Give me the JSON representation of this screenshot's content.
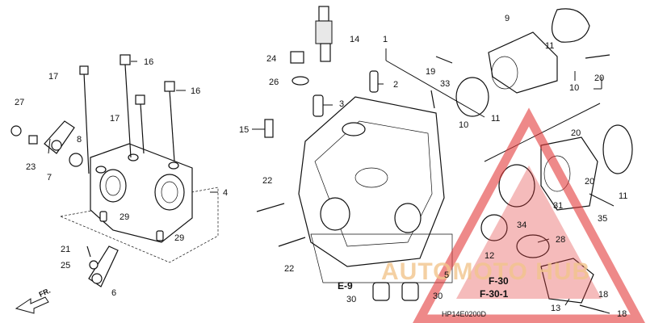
{
  "diagram": {
    "code": "HP14E0200D",
    "direction_label": "FR.",
    "refs": {
      "e9": "E-9",
      "f30": "F-30",
      "f30_1": "F-30-1"
    },
    "watermark": {
      "text": "AUTOMOTO HUB",
      "color": "#e23b3b"
    },
    "callouts": {
      "c14": "14",
      "c1": "1",
      "c9": "9",
      "c11a": "11",
      "c11b": "11",
      "c11c": "11",
      "c10a": "10",
      "c10b": "10",
      "c20a": "20",
      "c20b": "20",
      "c17a": "17",
      "c17b": "17",
      "c16a": "16",
      "c16b": "16",
      "c24": "24",
      "c26": "26",
      "c19": "19",
      "c33": "33",
      "c2": "2",
      "c3": "3",
      "c27": "27",
      "c8": "8",
      "c23": "23",
      "c7": "7",
      "c4": "4",
      "c15": "15",
      "c22a": "22",
      "c22b": "22",
      "c29a": "29",
      "c29b": "29",
      "c21": "21",
      "c25": "25",
      "c6": "6",
      "c31": "31",
      "c34": "34",
      "c35": "35",
      "c28": "28",
      "c12": "12",
      "c5": "5",
      "c30a": "30",
      "c30b": "30",
      "c13": "13",
      "c18a": "18",
      "c18b": "18"
    }
  }
}
